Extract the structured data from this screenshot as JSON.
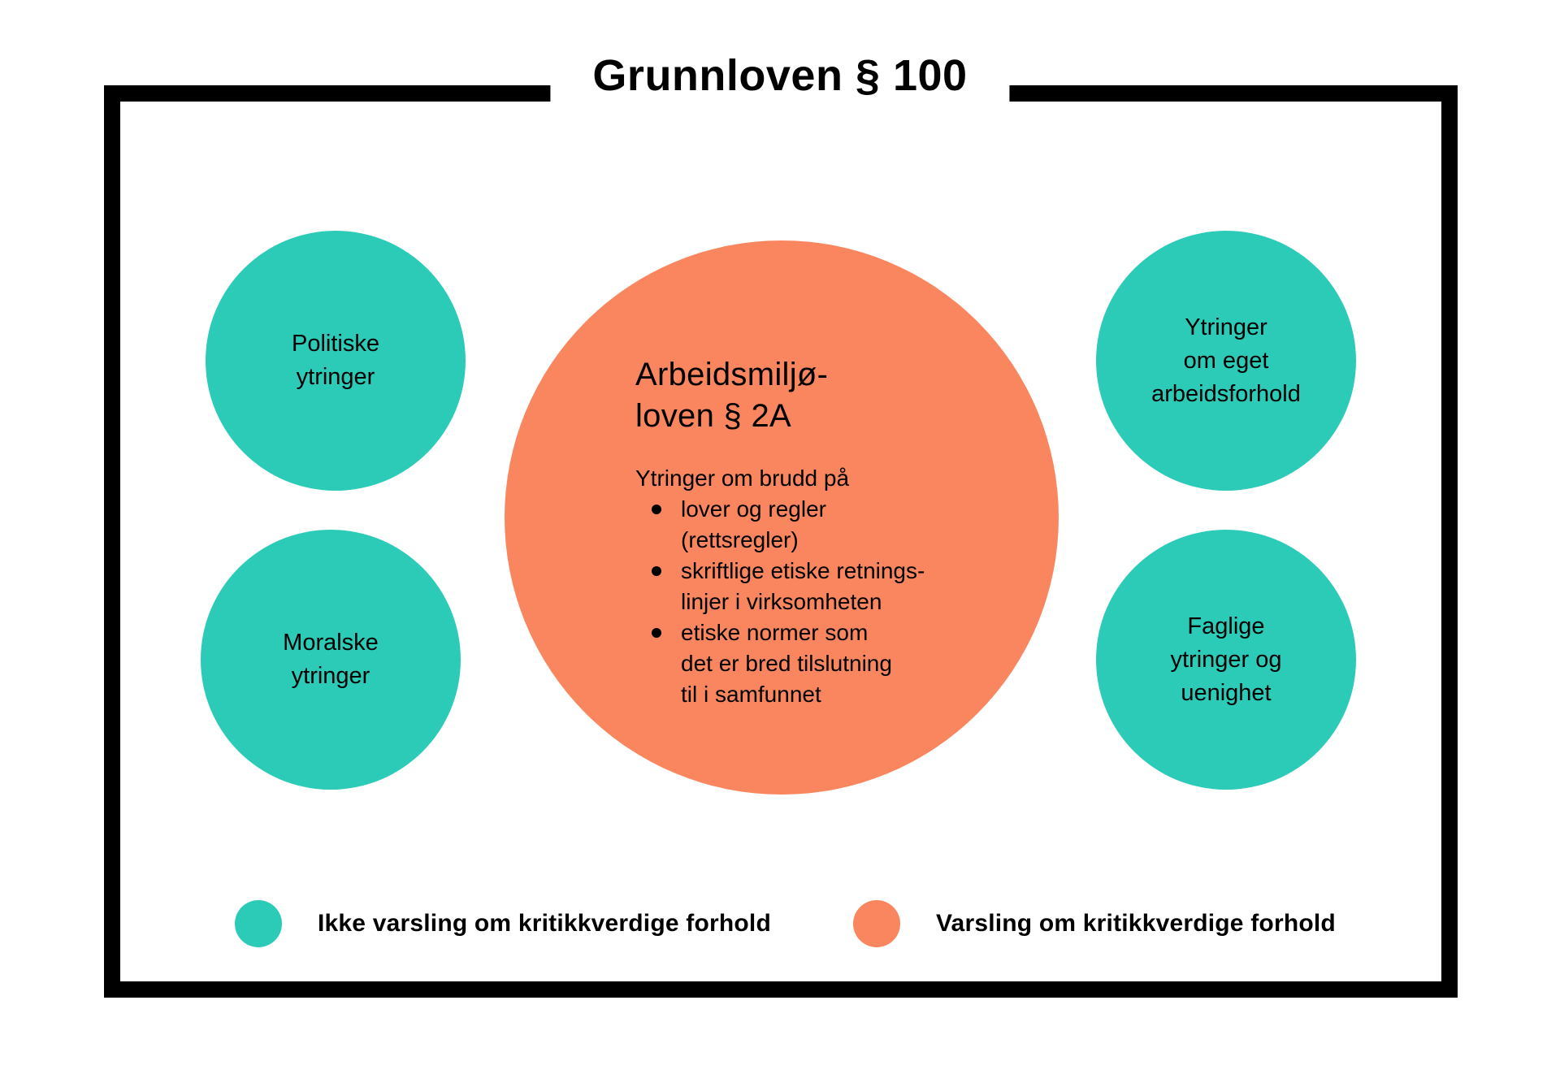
{
  "title": "Grunnloven § 100",
  "colors": {
    "teal": "#2CCBB8",
    "orange": "#F9865F",
    "frame": "#000000"
  },
  "circles": {
    "top_left": {
      "label": "Politiske\nytringer"
    },
    "bottom_left": {
      "label": "Moralske\nytringer"
    },
    "top_right": {
      "label": "Ytringer\nom eget\narbeidsforhold"
    },
    "bottom_right": {
      "label": "Faglige\nytringer og\nuenighet"
    }
  },
  "main_circle": {
    "heading": "Arbeidsmiljø-\nloven § 2A",
    "intro": "Ytringer om brudd på",
    "bullets": [
      "lover og regler\n(rettsregler)",
      "skriftlige etiske retnings-\nlinjer i virksomheten",
      "etiske normer som\ndet er bred tilslutning\ntil i samfunnet"
    ]
  },
  "legend": [
    {
      "swatch": "teal",
      "label": "Ikke varsling om kritikkverdige forhold"
    },
    {
      "swatch": "orange",
      "label": "Varsling om kritikkverdige forhold"
    }
  ]
}
